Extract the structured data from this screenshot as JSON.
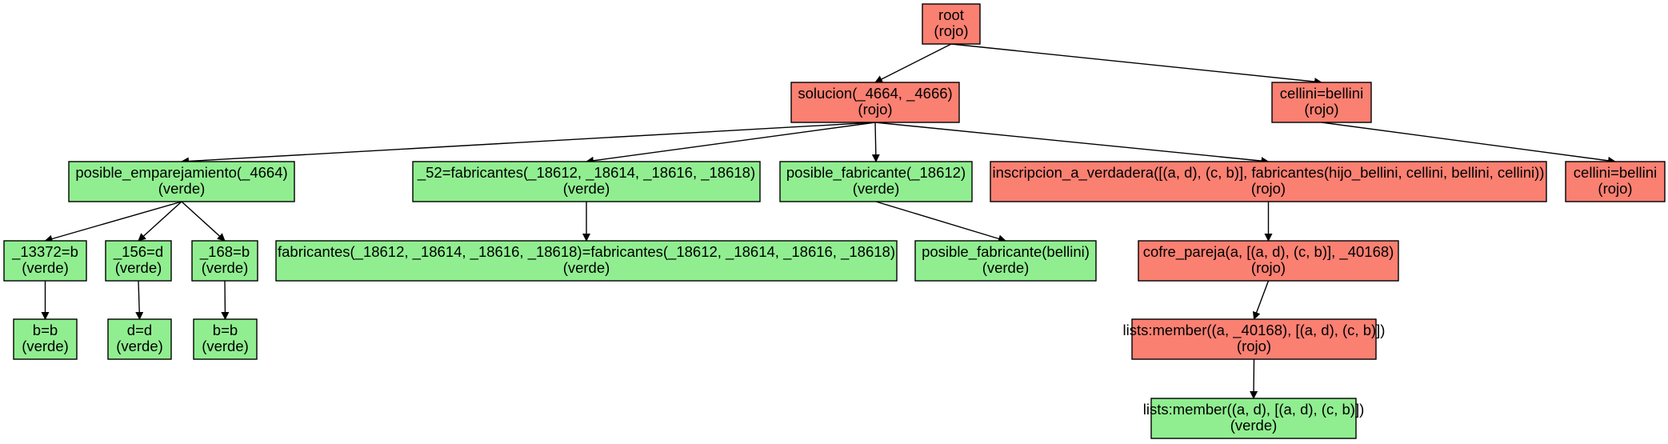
{
  "colors": {
    "rojo": "#fa8072",
    "verde": "#90ee90",
    "stroke": "#000000"
  },
  "nodes": [
    {
      "id": "root",
      "lines": [
        "root",
        "(rojo)"
      ],
      "status": "rojo"
    },
    {
      "id": "solucion",
      "lines": [
        "solucion(_4664, _4666)",
        "(rojo)"
      ],
      "status": "rojo"
    },
    {
      "id": "cellini1",
      "lines": [
        "cellini=bellini",
        "(rojo)"
      ],
      "status": "rojo"
    },
    {
      "id": "posible_emp",
      "lines": [
        "posible_emparejamiento(_4664)",
        "(verde)"
      ],
      "status": "verde"
    },
    {
      "id": "fab52",
      "lines": [
        "_52=fabricantes(_18612, _18614, _18616, _18618)",
        "(verde)"
      ],
      "status": "verde"
    },
    {
      "id": "posible_fab",
      "lines": [
        "posible_fabricante(_18612)",
        "(verde)"
      ],
      "status": "verde"
    },
    {
      "id": "inscripcion",
      "lines": [
        "inscripcion_a_verdadera([(a, d), (c, b)], fabricantes(hijo_bellini, cellini, bellini, cellini))",
        "(rojo)"
      ],
      "status": "rojo"
    },
    {
      "id": "cellini2",
      "lines": [
        "cellini=bellini",
        "(rojo)"
      ],
      "status": "rojo"
    },
    {
      "id": "n13372",
      "lines": [
        "_13372=b",
        "(verde)"
      ],
      "status": "verde"
    },
    {
      "id": "n156",
      "lines": [
        "_156=d",
        "(verde)"
      ],
      "status": "verde"
    },
    {
      "id": "n168",
      "lines": [
        "_168=b",
        "(verde)"
      ],
      "status": "verde"
    },
    {
      "id": "fabeq",
      "lines": [
        "fabricantes(_18612, _18614, _18616, _18618)=fabricantes(_18612, _18614, _18616, _18618)",
        "(verde)"
      ],
      "status": "verde"
    },
    {
      "id": "posible_bellini",
      "lines": [
        "posible_fabricante(bellini)",
        "(verde)"
      ],
      "status": "verde"
    },
    {
      "id": "cofre",
      "lines": [
        "cofre_pareja(a, [(a, d), (c, b)], _40168)",
        "(rojo)"
      ],
      "status": "rojo"
    },
    {
      "id": "bb1",
      "lines": [
        "b=b",
        "(verde)"
      ],
      "status": "verde"
    },
    {
      "id": "dd",
      "lines": [
        "d=d",
        "(verde)"
      ],
      "status": "verde"
    },
    {
      "id": "bb2",
      "lines": [
        "b=b",
        "(verde)"
      ],
      "status": "verde"
    },
    {
      "id": "member1",
      "lines": [
        "lists:member((a, _40168), [(a, d), (c, b)])",
        "(rojo)"
      ],
      "status": "rojo"
    },
    {
      "id": "member2",
      "lines": [
        "lists:member((a, d), [(a, d), (c, b)])",
        "(verde)"
      ],
      "status": "verde"
    }
  ],
  "edges": [
    [
      "root",
      "solucion"
    ],
    [
      "root",
      "cellini1"
    ],
    [
      "solucion",
      "posible_emp"
    ],
    [
      "solucion",
      "fab52"
    ],
    [
      "solucion",
      "posible_fab"
    ],
    [
      "solucion",
      "inscripcion"
    ],
    [
      "cellini1",
      "cellini2"
    ],
    [
      "posible_emp",
      "n13372"
    ],
    [
      "posible_emp",
      "n156"
    ],
    [
      "posible_emp",
      "n168"
    ],
    [
      "n13372",
      "bb1"
    ],
    [
      "n156",
      "dd"
    ],
    [
      "n168",
      "bb2"
    ],
    [
      "fab52",
      "fabeq"
    ],
    [
      "posible_fab",
      "posible_bellini"
    ],
    [
      "inscripcion",
      "cofre"
    ],
    [
      "cofre",
      "member1"
    ],
    [
      "member1",
      "member2"
    ]
  ]
}
